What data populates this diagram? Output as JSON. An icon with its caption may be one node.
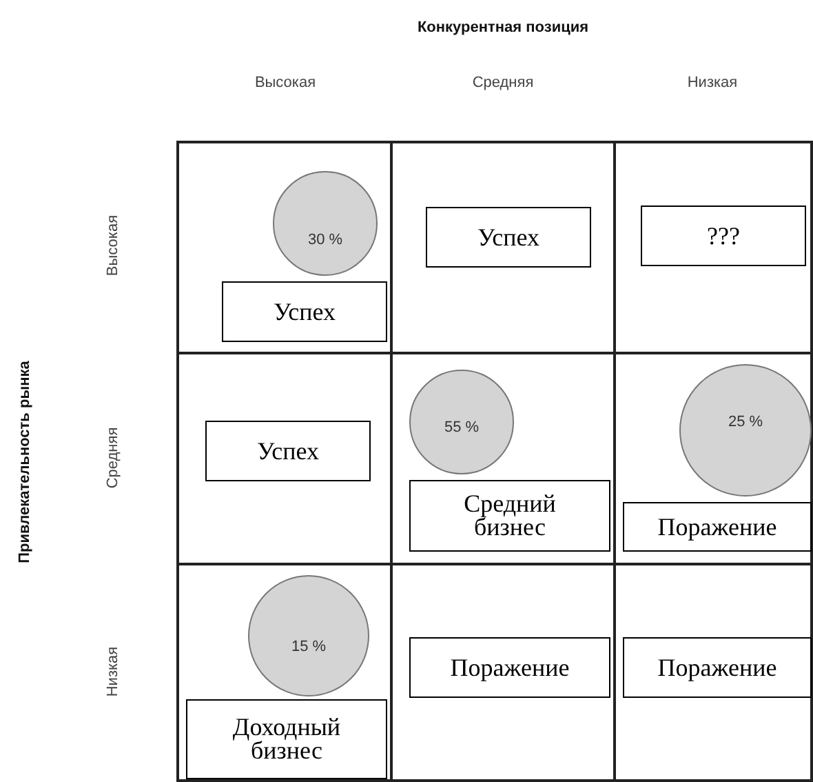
{
  "diagram": {
    "nodes": [
      {
        "text": [
          "30 %"
        ]
      },
      {
        "text": [
          "Успех"
        ]
      },
      {
        "text": [
          "???"
        ]
      },
      {
        "text": [
          "Успех"
        ]
      },
      {
        "text": [
          "55 %"
        ]
      },
      {
        "text": [
          "25 %"
        ]
      },
      {
        "text": [
          "Успех"
        ]
      },
      {
        "text": [
          "Средний бизнес"
        ]
      },
      {
        "text": [
          "Поражение"
        ]
      },
      {
        "text": [
          "15 %"
        ]
      },
      {
        "text": [
          "Поражение"
        ]
      },
      {
        "text": [
          "Поражение"
        ]
      },
      {
        "text": [
          "Доходный бизнес"
        ]
      }
    ],
    "labels": [
      "Конкурентная позиция",
      "Высокая",
      "Средняя",
      "Низкая",
      "Привлекательность рынка",
      "Высокая",
      "Средняя",
      "Низкая"
    ]
  }
}
